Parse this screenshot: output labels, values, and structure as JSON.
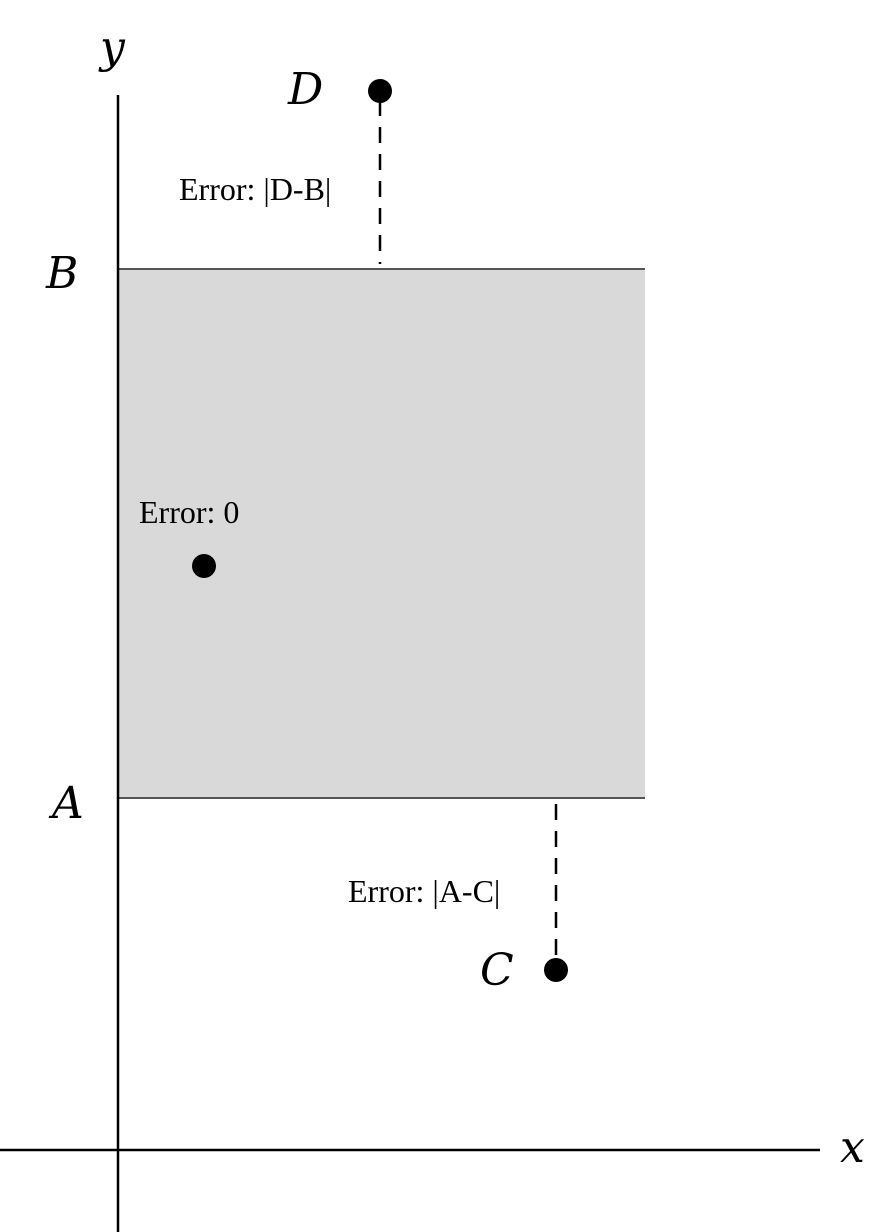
{
  "axes": {
    "x_label": "x",
    "y_label": "y"
  },
  "band": {
    "lower_label": "A",
    "upper_label": "B",
    "fill_color": "#d9d9d9"
  },
  "points": {
    "inside": {
      "error_label": "Error: 0"
    },
    "above": {
      "label": "D",
      "error_label": "Error: |D-B|"
    },
    "below": {
      "label": "C",
      "error_label": "Error: |A-C|"
    }
  }
}
